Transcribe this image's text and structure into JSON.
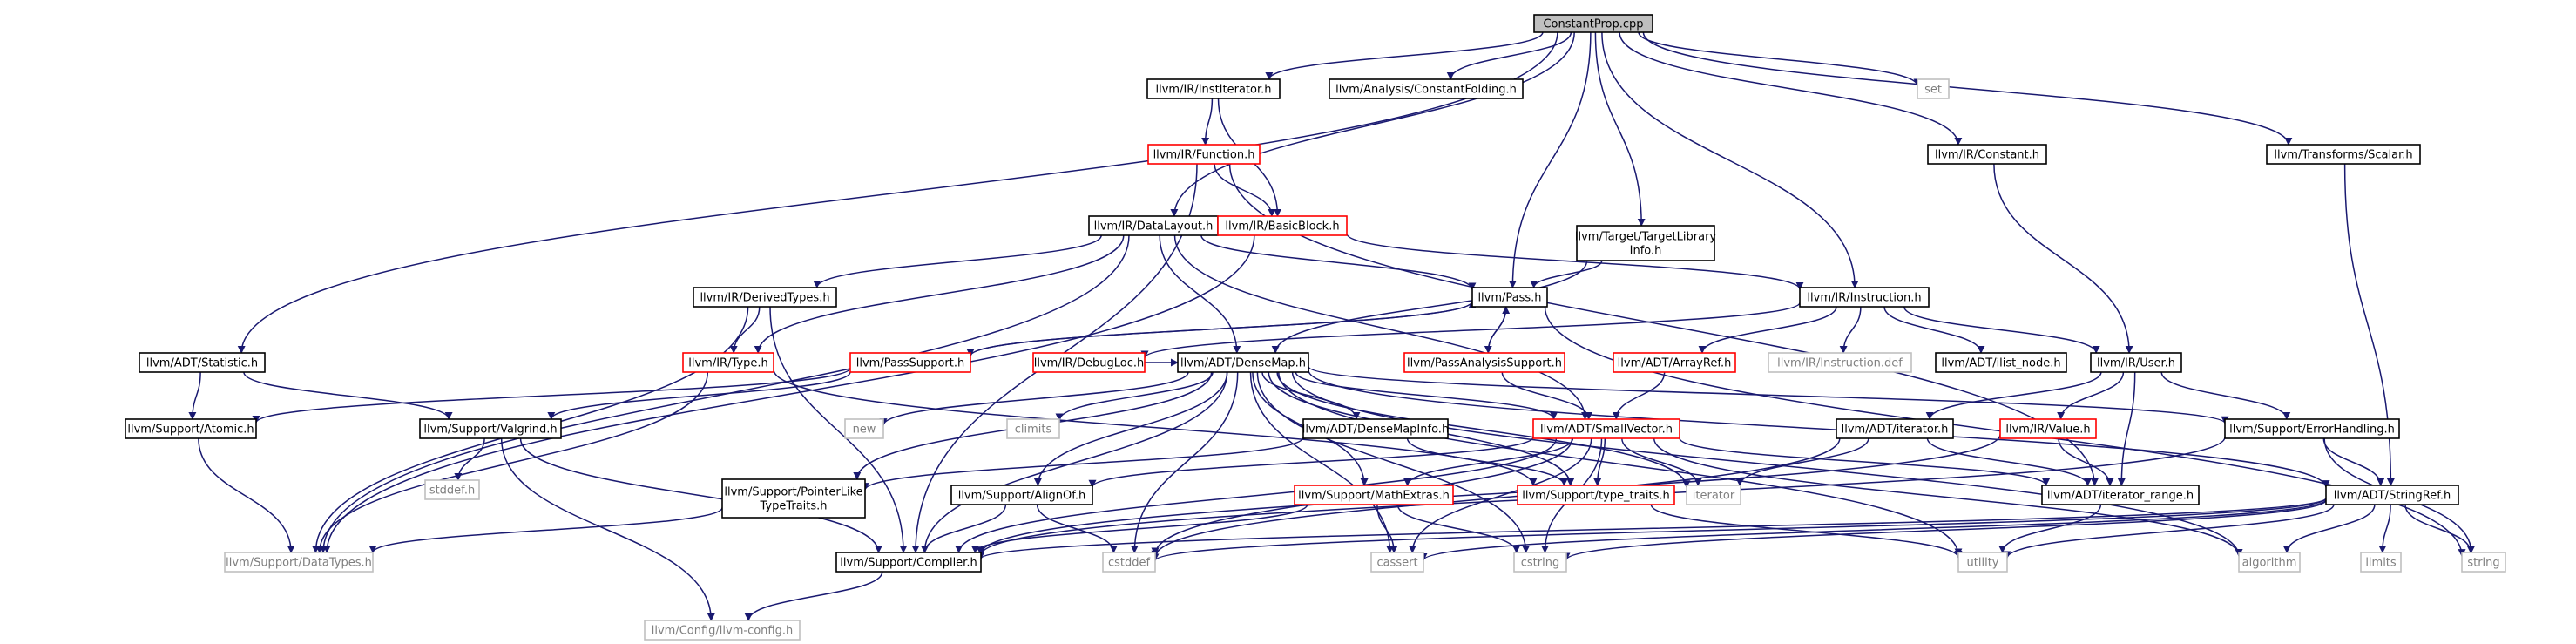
{
  "graph": {
    "colors": {
      "edge": "#191970",
      "node_bg": "#ffffff",
      "root_bg": "#bfbfbf",
      "border_normal": "#000000",
      "border_incomplete": "#ff0000",
      "border_external": "#bfbfbf",
      "ext_text": "#7f7f7f"
    },
    "nodes": [
      {
        "id": "root",
        "label": [
          "ConstantProp.cpp"
        ],
        "kind": "root"
      },
      {
        "id": "institerator",
        "label": [
          "llvm/IR/InstIterator.h"
        ],
        "kind": "normal"
      },
      {
        "id": "constfold",
        "label": [
          "llvm/Analysis/ConstantFolding.h"
        ],
        "kind": "normal"
      },
      {
        "id": "set",
        "label": [
          "set"
        ],
        "kind": "external"
      },
      {
        "id": "constant",
        "label": [
          "llvm/IR/Constant.h"
        ],
        "kind": "normal"
      },
      {
        "id": "scalar",
        "label": [
          "llvm/Transforms/Scalar.h"
        ],
        "kind": "normal"
      },
      {
        "id": "function",
        "label": [
          "llvm/IR/Function.h"
        ],
        "kind": "incomplete"
      },
      {
        "id": "datalayout",
        "label": [
          "llvm/IR/DataLayout.h"
        ],
        "kind": "normal"
      },
      {
        "id": "basicblock",
        "label": [
          "llvm/IR/BasicBlock.h"
        ],
        "kind": "incomplete"
      },
      {
        "id": "tli",
        "label": [
          "llvm/Target/TargetLibrary",
          "Info.h"
        ],
        "kind": "normal"
      },
      {
        "id": "derivedtypes",
        "label": [
          "llvm/IR/DerivedTypes.h"
        ],
        "kind": "normal"
      },
      {
        "id": "pass",
        "label": [
          "llvm/Pass.h"
        ],
        "kind": "normal"
      },
      {
        "id": "instruction",
        "label": [
          "llvm/IR/Instruction.h"
        ],
        "kind": "normal"
      },
      {
        "id": "statistic",
        "label": [
          "llvm/ADT/Statistic.h"
        ],
        "kind": "normal"
      },
      {
        "id": "type",
        "label": [
          "llvm/IR/Type.h"
        ],
        "kind": "incomplete"
      },
      {
        "id": "passsupport",
        "label": [
          "llvm/PassSupport.h"
        ],
        "kind": "incomplete"
      },
      {
        "id": "debugloc",
        "label": [
          "llvm/IR/DebugLoc.h"
        ],
        "kind": "incomplete"
      },
      {
        "id": "densemap",
        "label": [
          "llvm/ADT/DenseMap.h"
        ],
        "kind": "normal"
      },
      {
        "id": "passanalysis",
        "label": [
          "llvm/PassAnalysisSupport.h"
        ],
        "kind": "incomplete"
      },
      {
        "id": "arrayref",
        "label": [
          "llvm/ADT/ArrayRef.h"
        ],
        "kind": "incomplete"
      },
      {
        "id": "instdef",
        "label": [
          "llvm/IR/Instruction.def"
        ],
        "kind": "external"
      },
      {
        "id": "ilistnode",
        "label": [
          "llvm/ADT/ilist_node.h"
        ],
        "kind": "normal"
      },
      {
        "id": "user",
        "label": [
          "llvm/IR/User.h"
        ],
        "kind": "normal"
      },
      {
        "id": "atomic",
        "label": [
          "llvm/Support/Atomic.h"
        ],
        "kind": "normal"
      },
      {
        "id": "valgrind",
        "label": [
          "llvm/Support/Valgrind.h"
        ],
        "kind": "normal"
      },
      {
        "id": "new",
        "label": [
          "new"
        ],
        "kind": "external"
      },
      {
        "id": "climits",
        "label": [
          "climits"
        ],
        "kind": "external"
      },
      {
        "id": "densemapinfo",
        "label": [
          "llvm/ADT/DenseMapInfo.h"
        ],
        "kind": "normal"
      },
      {
        "id": "smallvector",
        "label": [
          "llvm/ADT/SmallVector.h"
        ],
        "kind": "incomplete"
      },
      {
        "id": "iteratorh",
        "label": [
          "llvm/ADT/iterator.h"
        ],
        "kind": "normal"
      },
      {
        "id": "value",
        "label": [
          "llvm/IR/Value.h"
        ],
        "kind": "incomplete"
      },
      {
        "id": "errorhandling",
        "label": [
          "llvm/Support/ErrorHandling.h"
        ],
        "kind": "normal"
      },
      {
        "id": "stddef",
        "label": [
          "stddef.h"
        ],
        "kind": "external"
      },
      {
        "id": "pointerlike",
        "label": [
          "llvm/Support/PointerLike",
          "TypeTraits.h"
        ],
        "kind": "normal"
      },
      {
        "id": "alignof",
        "label": [
          "llvm/Support/AlignOf.h"
        ],
        "kind": "normal"
      },
      {
        "id": "mathextras",
        "label": [
          "llvm/Support/MathExtras.h"
        ],
        "kind": "incomplete"
      },
      {
        "id": "typetraits",
        "label": [
          "llvm/Support/type_traits.h"
        ],
        "kind": "incomplete"
      },
      {
        "id": "iterator",
        "label": [
          "iterator"
        ],
        "kind": "external"
      },
      {
        "id": "iterrange",
        "label": [
          "llvm/ADT/iterator_range.h"
        ],
        "kind": "normal"
      },
      {
        "id": "stringref",
        "label": [
          "llvm/ADT/StringRef.h"
        ],
        "kind": "normal"
      },
      {
        "id": "datatypes",
        "label": [
          "llvm/Support/DataTypes.h"
        ],
        "kind": "external"
      },
      {
        "id": "compiler",
        "label": [
          "llvm/Support/Compiler.h"
        ],
        "kind": "normal"
      },
      {
        "id": "cstddef",
        "label": [
          "cstddef"
        ],
        "kind": "external"
      },
      {
        "id": "cassert",
        "label": [
          "cassert"
        ],
        "kind": "external"
      },
      {
        "id": "cstring",
        "label": [
          "cstring"
        ],
        "kind": "external"
      },
      {
        "id": "utility",
        "label": [
          "utility"
        ],
        "kind": "external"
      },
      {
        "id": "algorithm",
        "label": [
          "algorithm"
        ],
        "kind": "external"
      },
      {
        "id": "limits",
        "label": [
          "limits"
        ],
        "kind": "external"
      },
      {
        "id": "string",
        "label": [
          "string"
        ],
        "kind": "external"
      },
      {
        "id": "llvmconfig",
        "label": [
          "llvm/Config/llvm-config.h"
        ],
        "kind": "external"
      }
    ],
    "edges": [
      [
        "root",
        "institerator"
      ],
      [
        "root",
        "constfold"
      ],
      [
        "root",
        "set"
      ],
      [
        "root",
        "constant"
      ],
      [
        "root",
        "scalar"
      ],
      [
        "root",
        "datalayout"
      ],
      [
        "root",
        "tli"
      ],
      [
        "root",
        "pass"
      ],
      [
        "root",
        "instruction"
      ],
      [
        "root",
        "statistic"
      ],
      [
        "institerator",
        "function"
      ],
      [
        "institerator",
        "basicblock"
      ],
      [
        "function",
        "basicblock"
      ],
      [
        "function",
        "compiler"
      ],
      [
        "function",
        "iterrange"
      ],
      [
        "datalayout",
        "derivedtypes"
      ],
      [
        "datalayout",
        "pass"
      ],
      [
        "datalayout",
        "type"
      ],
      [
        "datalayout",
        "densemap"
      ],
      [
        "datalayout",
        "smallvector"
      ],
      [
        "datalayout",
        "datatypes"
      ],
      [
        "basicblock",
        "instruction"
      ],
      [
        "basicblock",
        "datatypes"
      ],
      [
        "tli",
        "pass"
      ],
      [
        "tli",
        "densemap"
      ],
      [
        "derivedtypes",
        "type"
      ],
      [
        "derivedtypes",
        "compiler"
      ],
      [
        "derivedtypes",
        "datatypes"
      ],
      [
        "pass",
        "passsupport"
      ],
      [
        "pass",
        "passanalysis"
      ],
      [
        "pass",
        "string"
      ],
      [
        "passsupport",
        "pass"
      ],
      [
        "passsupport",
        "atomic"
      ],
      [
        "passsupport",
        "valgrind"
      ],
      [
        "passanalysis",
        "pass"
      ],
      [
        "passanalysis",
        "smallvector"
      ],
      [
        "instruction",
        "debugloc"
      ],
      [
        "instruction",
        "arrayref"
      ],
      [
        "instruction",
        "instdef"
      ],
      [
        "instruction",
        "ilistnode"
      ],
      [
        "instruction",
        "user"
      ],
      [
        "statistic",
        "atomic"
      ],
      [
        "statistic",
        "valgrind"
      ],
      [
        "type",
        "datatypes"
      ],
      [
        "type",
        "typetraits"
      ],
      [
        "debugloc",
        "densemap"
      ],
      [
        "densemap",
        "new"
      ],
      [
        "densemap",
        "climits"
      ],
      [
        "densemap",
        "densemapinfo"
      ],
      [
        "densemap",
        "smallvector"
      ],
      [
        "densemap",
        "pointerlike"
      ],
      [
        "densemap",
        "alignof"
      ],
      [
        "densemap",
        "mathextras"
      ],
      [
        "densemap",
        "typetraits"
      ],
      [
        "densemap",
        "iterator"
      ],
      [
        "densemap",
        "compiler"
      ],
      [
        "densemap",
        "cstddef"
      ],
      [
        "densemap",
        "cassert"
      ],
      [
        "densemap",
        "cstring"
      ],
      [
        "densemap",
        "utility"
      ],
      [
        "densemap",
        "algorithm"
      ],
      [
        "densemap",
        "errorhandling"
      ],
      [
        "densemap",
        "stringref"
      ],
      [
        "arrayref",
        "smallvector"
      ],
      [
        "user",
        "iteratorh"
      ],
      [
        "user",
        "value"
      ],
      [
        "user",
        "iterrange"
      ],
      [
        "user",
        "errorhandling"
      ],
      [
        "atomic",
        "datatypes"
      ],
      [
        "valgrind",
        "stddef"
      ],
      [
        "valgrind",
        "compiler"
      ],
      [
        "valgrind",
        "llvmconfig"
      ],
      [
        "densemapinfo",
        "pointerlike"
      ],
      [
        "densemapinfo",
        "typetraits"
      ],
      [
        "smallvector",
        "alignof"
      ],
      [
        "smallvector",
        "mathextras"
      ],
      [
        "smallvector",
        "typetraits"
      ],
      [
        "smallvector",
        "iterator"
      ],
      [
        "smallvector",
        "compiler"
      ],
      [
        "smallvector",
        "cstddef"
      ],
      [
        "smallvector",
        "cassert"
      ],
      [
        "smallvector",
        "cstring"
      ],
      [
        "smallvector",
        "algorithm"
      ],
      [
        "smallvector",
        "iterrange"
      ],
      [
        "iteratorh",
        "iterator"
      ],
      [
        "iteratorh",
        "iterrange"
      ],
      [
        "iteratorh",
        "cstddef"
      ],
      [
        "value",
        "iterrange"
      ],
      [
        "value",
        "compiler"
      ],
      [
        "errorhandling",
        "stringref"
      ],
      [
        "errorhandling",
        "compiler"
      ],
      [
        "errorhandling",
        "string"
      ],
      [
        "pointerlike",
        "datatypes"
      ],
      [
        "alignof",
        "compiler"
      ],
      [
        "alignof",
        "cstddef"
      ],
      [
        "mathextras",
        "compiler"
      ],
      [
        "mathextras",
        "cassert"
      ],
      [
        "mathextras",
        "cstring"
      ],
      [
        "typetraits",
        "utility"
      ],
      [
        "iterrange",
        "utility"
      ],
      [
        "stringref",
        "compiler"
      ],
      [
        "stringref",
        "algorithm"
      ],
      [
        "stringref",
        "cassert"
      ],
      [
        "stringref",
        "cstddef"
      ],
      [
        "stringref",
        "cstring"
      ],
      [
        "stringref",
        "limits"
      ],
      [
        "stringref",
        "string"
      ],
      [
        "stringref",
        "utility"
      ],
      [
        "compiler",
        "llvmconfig"
      ],
      [
        "constant",
        "user"
      ],
      [
        "scalar",
        "stringref"
      ]
    ]
  }
}
